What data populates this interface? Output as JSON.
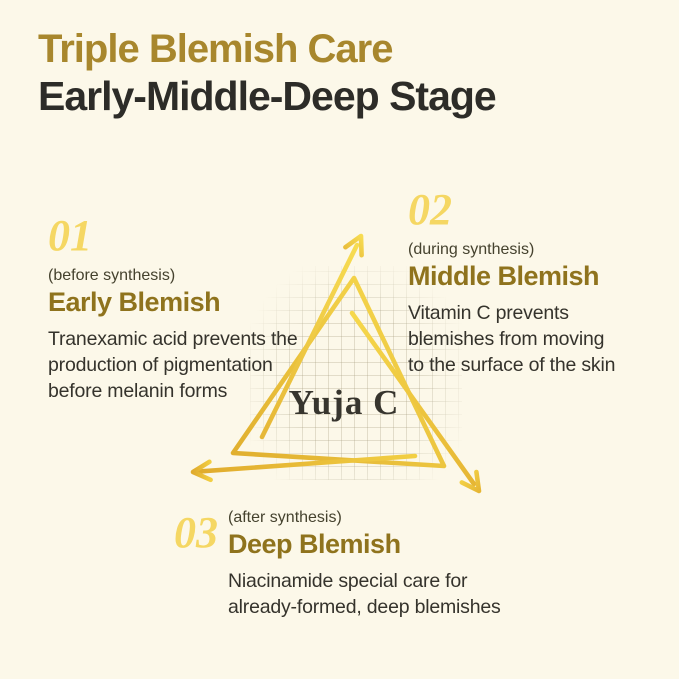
{
  "header": {
    "title_line1": "Triple Blemish Care",
    "title_line2": "Early-Middle-Deep Stage"
  },
  "stages": [
    {
      "number": "01",
      "phase": "(before synthesis)",
      "title": "Early Blemish",
      "lines": [
        "Tranexamic acid prevents the",
        "production of pigmentation",
        "before melanin forms"
      ]
    },
    {
      "number": "02",
      "phase": "(during synthesis)",
      "title": "Middle Blemish",
      "lines": [
        "Vitamin C prevents",
        "blemishes from moving",
        "to the surface of the skin"
      ]
    },
    {
      "number": "03",
      "phase": "(after synthesis)",
      "title": "Deep Blemish",
      "lines": [
        "Niacinamide special care for",
        "already-formed, deep blemishes"
      ]
    }
  ],
  "diagram": {
    "center_label": "Yuja C",
    "shape": "triangle-cycle-with-arrows"
  },
  "colors": {
    "background": "#fcf8e9",
    "title_gold": "#a8872d",
    "title_dark": "#2d2c28",
    "number_yellow": "#f5d763",
    "stage_title_gold": "#8f731d",
    "body_text": "#35332c",
    "triangle_dark_gold": "#e0ae2e",
    "triangle_light_yellow": "#f8dc50"
  }
}
